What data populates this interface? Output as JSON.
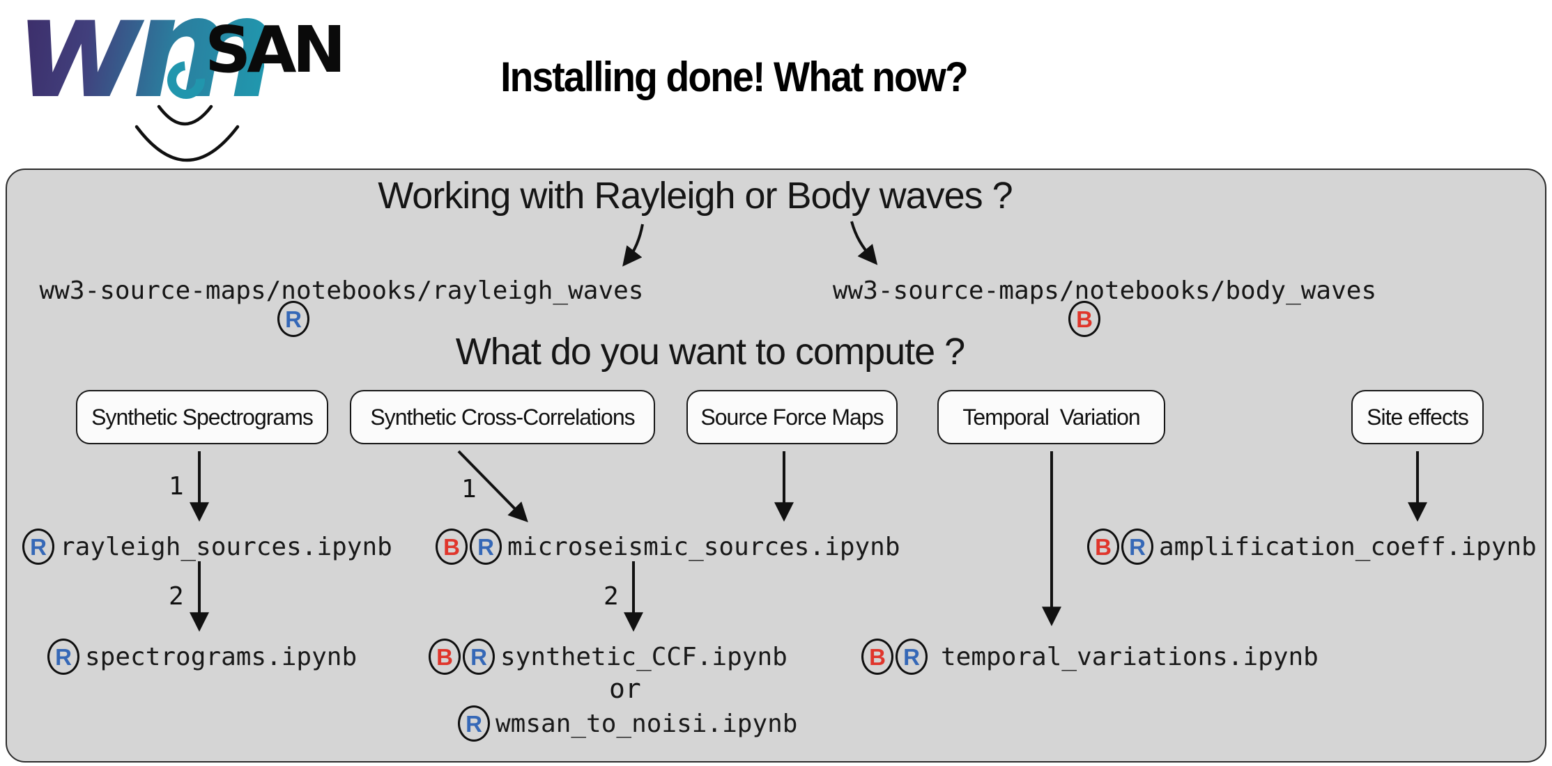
{
  "logo": {
    "wm": "wm",
    "san": "SAN",
    "swirl_color": "#2196ad",
    "gradient_start": "#3b2a66",
    "gradient_end": "#2196ad"
  },
  "title": "Installing done! What now?",
  "panel": {
    "background": "#d5d5d5",
    "question1": "Working with Rayleigh or Body waves ?",
    "question2": "What do you want to compute ?",
    "branches": [
      {
        "badge": "R",
        "path": "ww3-source-maps/notebooks/rayleigh_waves"
      },
      {
        "badge": "B",
        "path": "ww3-source-maps/notebooks/body_waves"
      }
    ],
    "options": [
      "Synthetic Spectrograms",
      "Synthetic Cross-Correlations",
      "Source Force Maps",
      "Temporal  Variation",
      "Site effects"
    ],
    "steps": {
      "first": "1",
      "second": "2"
    },
    "or_label": "or",
    "notebooks": [
      {
        "badges": [
          "R"
        ],
        "file": "rayleigh_sources.ipynb"
      },
      {
        "badges": [
          "B",
          "R"
        ],
        "file": "microseismic_sources.ipynb"
      },
      {
        "badges": [
          "B",
          "R"
        ],
        "file": "amplification_coeff.ipynb"
      },
      {
        "badges": [
          "R"
        ],
        "file": "spectrograms.ipynb"
      },
      {
        "badges": [
          "B",
          "R"
        ],
        "file": "synthetic_CCF.ipynb"
      },
      {
        "badges": [
          "B",
          "R"
        ],
        "file": "temporal_variations.ipynb"
      },
      {
        "badges": [
          "R"
        ],
        "file": "wmsan_to_noisi.ipynb"
      }
    ],
    "badge_colors": {
      "R": "#3568b7",
      "B": "#e0352b"
    }
  }
}
